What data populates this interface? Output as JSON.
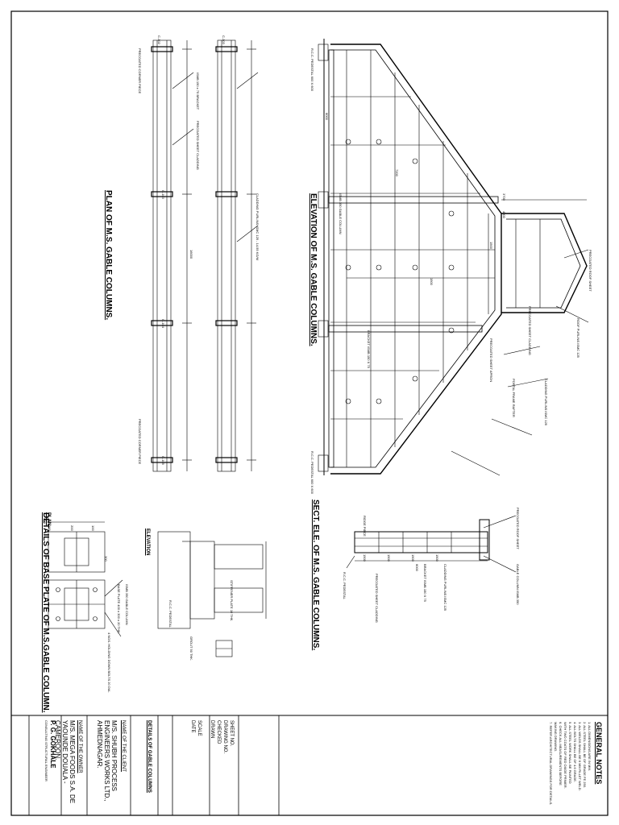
{
  "titles": {
    "plan": "PLAN OF M.S. GABLE COLUMNS.",
    "elevation": "ELEVATION OF M.S. GABLE COLUMNS.",
    "section": "SECT. ELE. OF M.S. GABLE COLUMNS.",
    "base_plate": "DETAILS OF BASE PLATE OF M.S.GABLE COLUMN.",
    "bp_elevation": "ELEVATION",
    "bp_plan": "PLAN"
  },
  "plan_labels": {
    "grid": [
      "C-102",
      "C-103"
    ],
    "total_dim": "16000",
    "col_marks": [
      "C-102",
      "C-103",
      "C-104",
      "C-105",
      "C-106"
    ],
    "notes": [
      "PRECOATED CORNER PIECE",
      "ISMB 150 x 75 BRACKET",
      "PRECOATED SHEET CLADDING",
      "CLADDING PURLINS ISMC 125 - 14.55 KG/M",
      "PRECOATED CORNER PIECE"
    ]
  },
  "elevation_labels": {
    "dims": [
      "7200",
      "1500",
      "3700",
      "4000",
      "6000",
      "1500"
    ],
    "notes": [
      "R.C.C. PEDESTAL 600 X 600",
      "PRECOATED ROOF SHEET",
      "ROOF PURLINS ISMC 125",
      "PRECOATED SHEET CLADDING",
      "ISMB 350 GABLE COLUMN",
      "PORTAL FRAME RAFTER",
      "BRACKET ISMB 150 X 75",
      "PRECOATED SHEET APRON",
      "CLADDING PURLINS ISMC 125",
      "R.C.C. PEDESTAL 600 X 600"
    ]
  },
  "section_labels": {
    "dims": [
      "1500",
      "1500",
      "1500",
      "1500",
      "6000"
    ],
    "notes": [
      "PRECOATED ROOF SHEET",
      "RIDGE PIECE",
      "CLADDING PURLINS ISMC 125",
      "BRACKET ISMB 150 X 75",
      "GABLE COLUMN ISMB 350",
      "R.C.C. PEDESTAL",
      "PRECOATED SHEET CLADDING"
    ]
  },
  "base_plate_labels": {
    "dims": [
      "400",
      "100",
      "200",
      "100",
      "300"
    ],
    "notes": [
      "ISMB 350 GABLE COLUMN",
      "BASE PLATE 400 x 300 x 20 THK.",
      "4 NOS. HOLDING DOWN BOLTS 20 DIA.",
      "STIFFENER PLATE 10 THK.",
      "GROUT 50 THK.",
      "R.C.C. PEDESTAL"
    ]
  },
  "general_notes": {
    "heading": "GENERAL NOTES",
    "items": [
      "1. ALL DIMENSIONS ARE IN MM.",
      "2. ALL STEEL SHALL BE OF GRADE FE 250.",
      "3. ALL WELDS SHALL BE 6 MM FILLET WELD.",
      "4. ALL BOLTS SHALL BE OF 4.6 GRADE.",
      "5. ALL STEEL WORK SHALL BE PAINTED",
      "   WITH TWO COATS OF RED OXIDE PRIMER.",
      "6. CHECK ALL MEASUREMENTS BEFORE",
      "   MAKING DRAWING.",
      "7. REFER ARCHITECTURAL DRAWINGS FOR DETAILS."
    ]
  },
  "title_block": {
    "drawing_title": "DETAILS OF GABLE COLUMNS",
    "sheet_fields": [
      "SHEET NO.",
      "DRAWING NO.",
      "CHECKED",
      "DRAWN",
      "SCALE",
      "DATE"
    ],
    "project_label": "NAME OF THE CLIENT",
    "client_name": "M/S. SHUBH PROCESS ENGINEERS WORKS LTD., AHMEDNAGAR.",
    "owner_label": "NAME OF THE OWNER",
    "owner_name": "M/S. MEGA FOODS S.A. DE YAOUNDE DOUALA - CAMEROON.",
    "consultant": "P. G. GOKHALE",
    "consultant_desc": "CONSULTING STRUCTURAL ENGINEER"
  },
  "colors": {
    "ink": "#000000",
    "paper": "#ffffff"
  }
}
